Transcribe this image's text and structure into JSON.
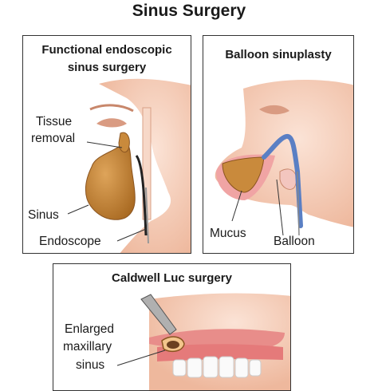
{
  "title": "Sinus Surgery",
  "panels": {
    "fess": {
      "title_line1": "Functional endoscopic",
      "title_line2": "sinus surgery",
      "labels": {
        "tissue_line1": "Tissue",
        "tissue_line2": "removal",
        "sinus": "Sinus",
        "endoscope": "Endoscope"
      }
    },
    "balloon": {
      "title": "Balloon sinuplasty",
      "labels": {
        "mucus": "Mucus",
        "balloon": "Balloon"
      }
    },
    "caldwell": {
      "title": "Caldwell Luc surgery",
      "labels": {
        "line1": "Enlarged",
        "line2": "maxillary",
        "line3": "sinus"
      }
    }
  },
  "colors": {
    "skin": "#f2c9b3",
    "skin_shadow": "#e3a58a",
    "sinus": "#c98a3c",
    "balloon": "#5a7fc4",
    "gum": "#e57a7a",
    "border": "#333333"
  }
}
